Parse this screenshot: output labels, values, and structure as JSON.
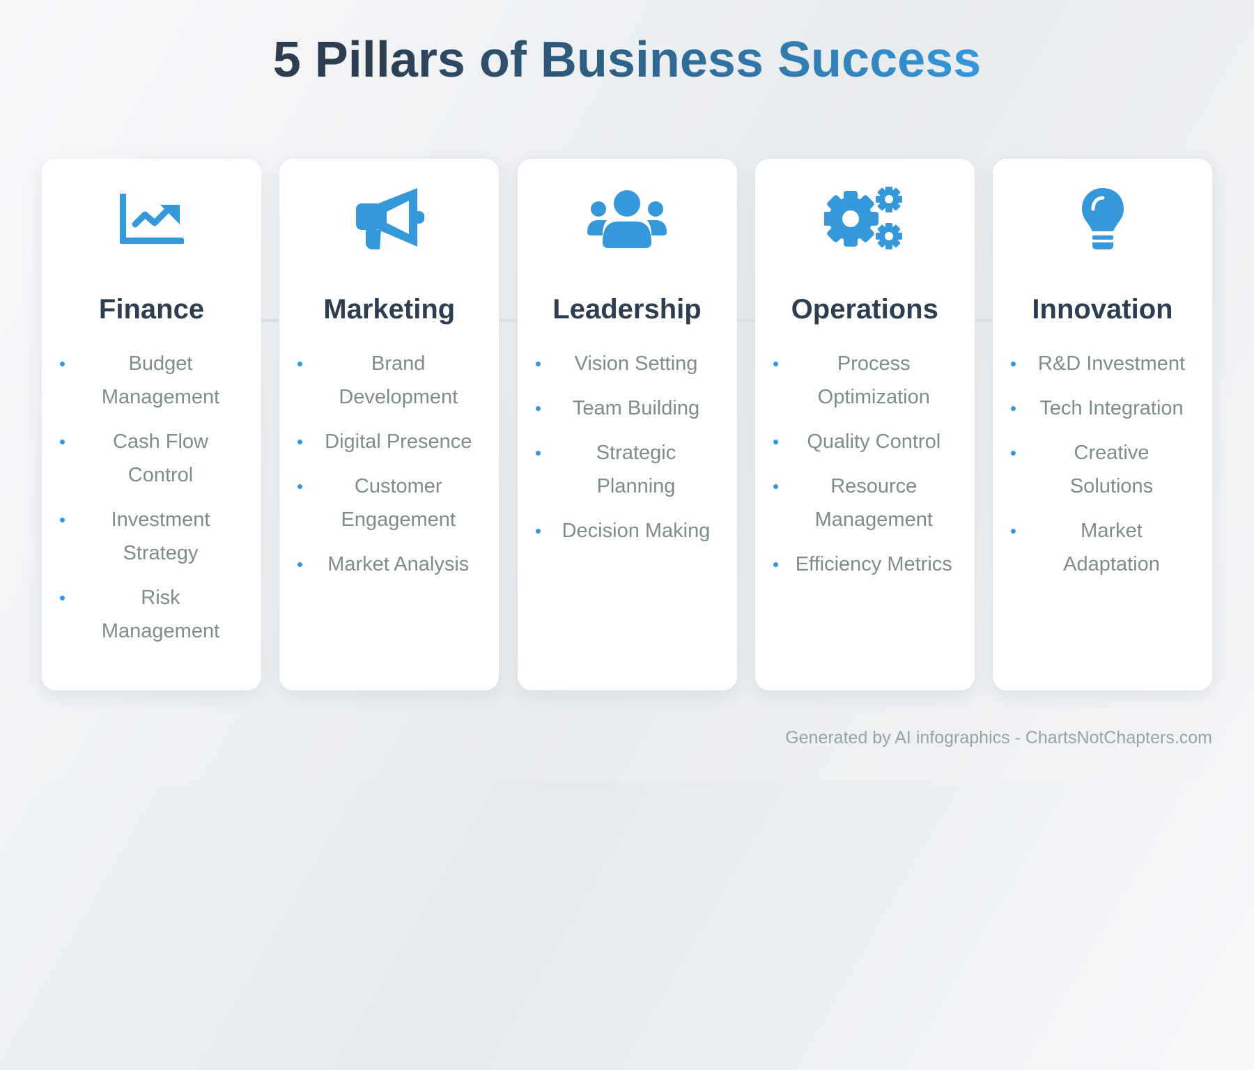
{
  "title": "5 Pillars of Business Success",
  "accent_color": "#3498db",
  "heading_color": "#2c3e50",
  "pillars": [
    {
      "icon": "chart-line-up-icon",
      "title": "Finance",
      "items": [
        "Budget Management",
        "Cash Flow Control",
        "Investment Strategy",
        "Risk Management"
      ]
    },
    {
      "icon": "megaphone-icon",
      "title": "Marketing",
      "items": [
        "Brand Development",
        "Digital Presence",
        "Customer Engagement",
        "Market Analysis"
      ]
    },
    {
      "icon": "users-icon",
      "title": "Leadership",
      "items": [
        "Vision Setting",
        "Team Building",
        "Strategic Planning",
        "Decision Making"
      ]
    },
    {
      "icon": "gears-icon",
      "title": "Operations",
      "items": [
        "Process Optimization",
        "Quality Control",
        "Resource Management",
        "Efficiency Metrics"
      ]
    },
    {
      "icon": "lightbulb-icon",
      "title": "Innovation",
      "items": [
        "R&D Investment",
        "Tech Integration",
        "Creative Solutions",
        "Market Adaptation"
      ]
    }
  ],
  "footer": "Generated by AI infographics - ChartsNotChapters.com"
}
